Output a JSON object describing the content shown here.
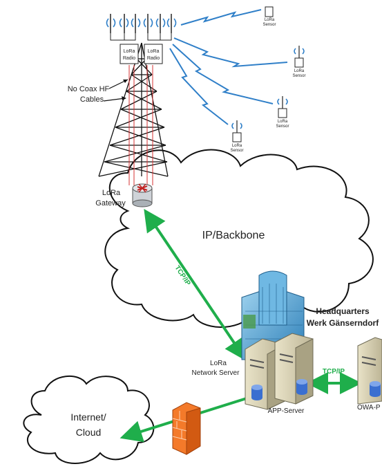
{
  "tower": {
    "radio_left": [
      "LoRa",
      "Radio"
    ],
    "radio_right": [
      "LoRa",
      "Radio"
    ],
    "cables_note": [
      "No Coax HF",
      "Cables"
    ]
  },
  "gateway": {
    "label": [
      "LoRa",
      "Gateway"
    ]
  },
  "sensors": [
    {
      "label": [
        "LoRa",
        "Sensor"
      ]
    },
    {
      "label": [
        "LoRa",
        "Sensor"
      ]
    },
    {
      "label": [
        "LoRa",
        "Sensor"
      ]
    },
    {
      "label": [
        "LoRa",
        "Sensor"
      ]
    }
  ],
  "backbone": {
    "label": "IP/Backbone"
  },
  "links": {
    "gateway_server": "TCP/IP",
    "app_owa": "TCP/IP"
  },
  "headquarters": {
    "line1": "Headquarters",
    "line2": "Werk Gänserndorf"
  },
  "network_server": {
    "label": [
      "LoRa",
      "Network Server"
    ]
  },
  "app_server": {
    "label": "APP-Server"
  },
  "owa": {
    "label": "OWA-P"
  },
  "internet": {
    "label": [
      "Internet/",
      "Cloud"
    ]
  },
  "colors": {
    "link_green": "#1fae4b",
    "radio_wave": "#2f7fc8",
    "cable_red": "#d43030"
  }
}
